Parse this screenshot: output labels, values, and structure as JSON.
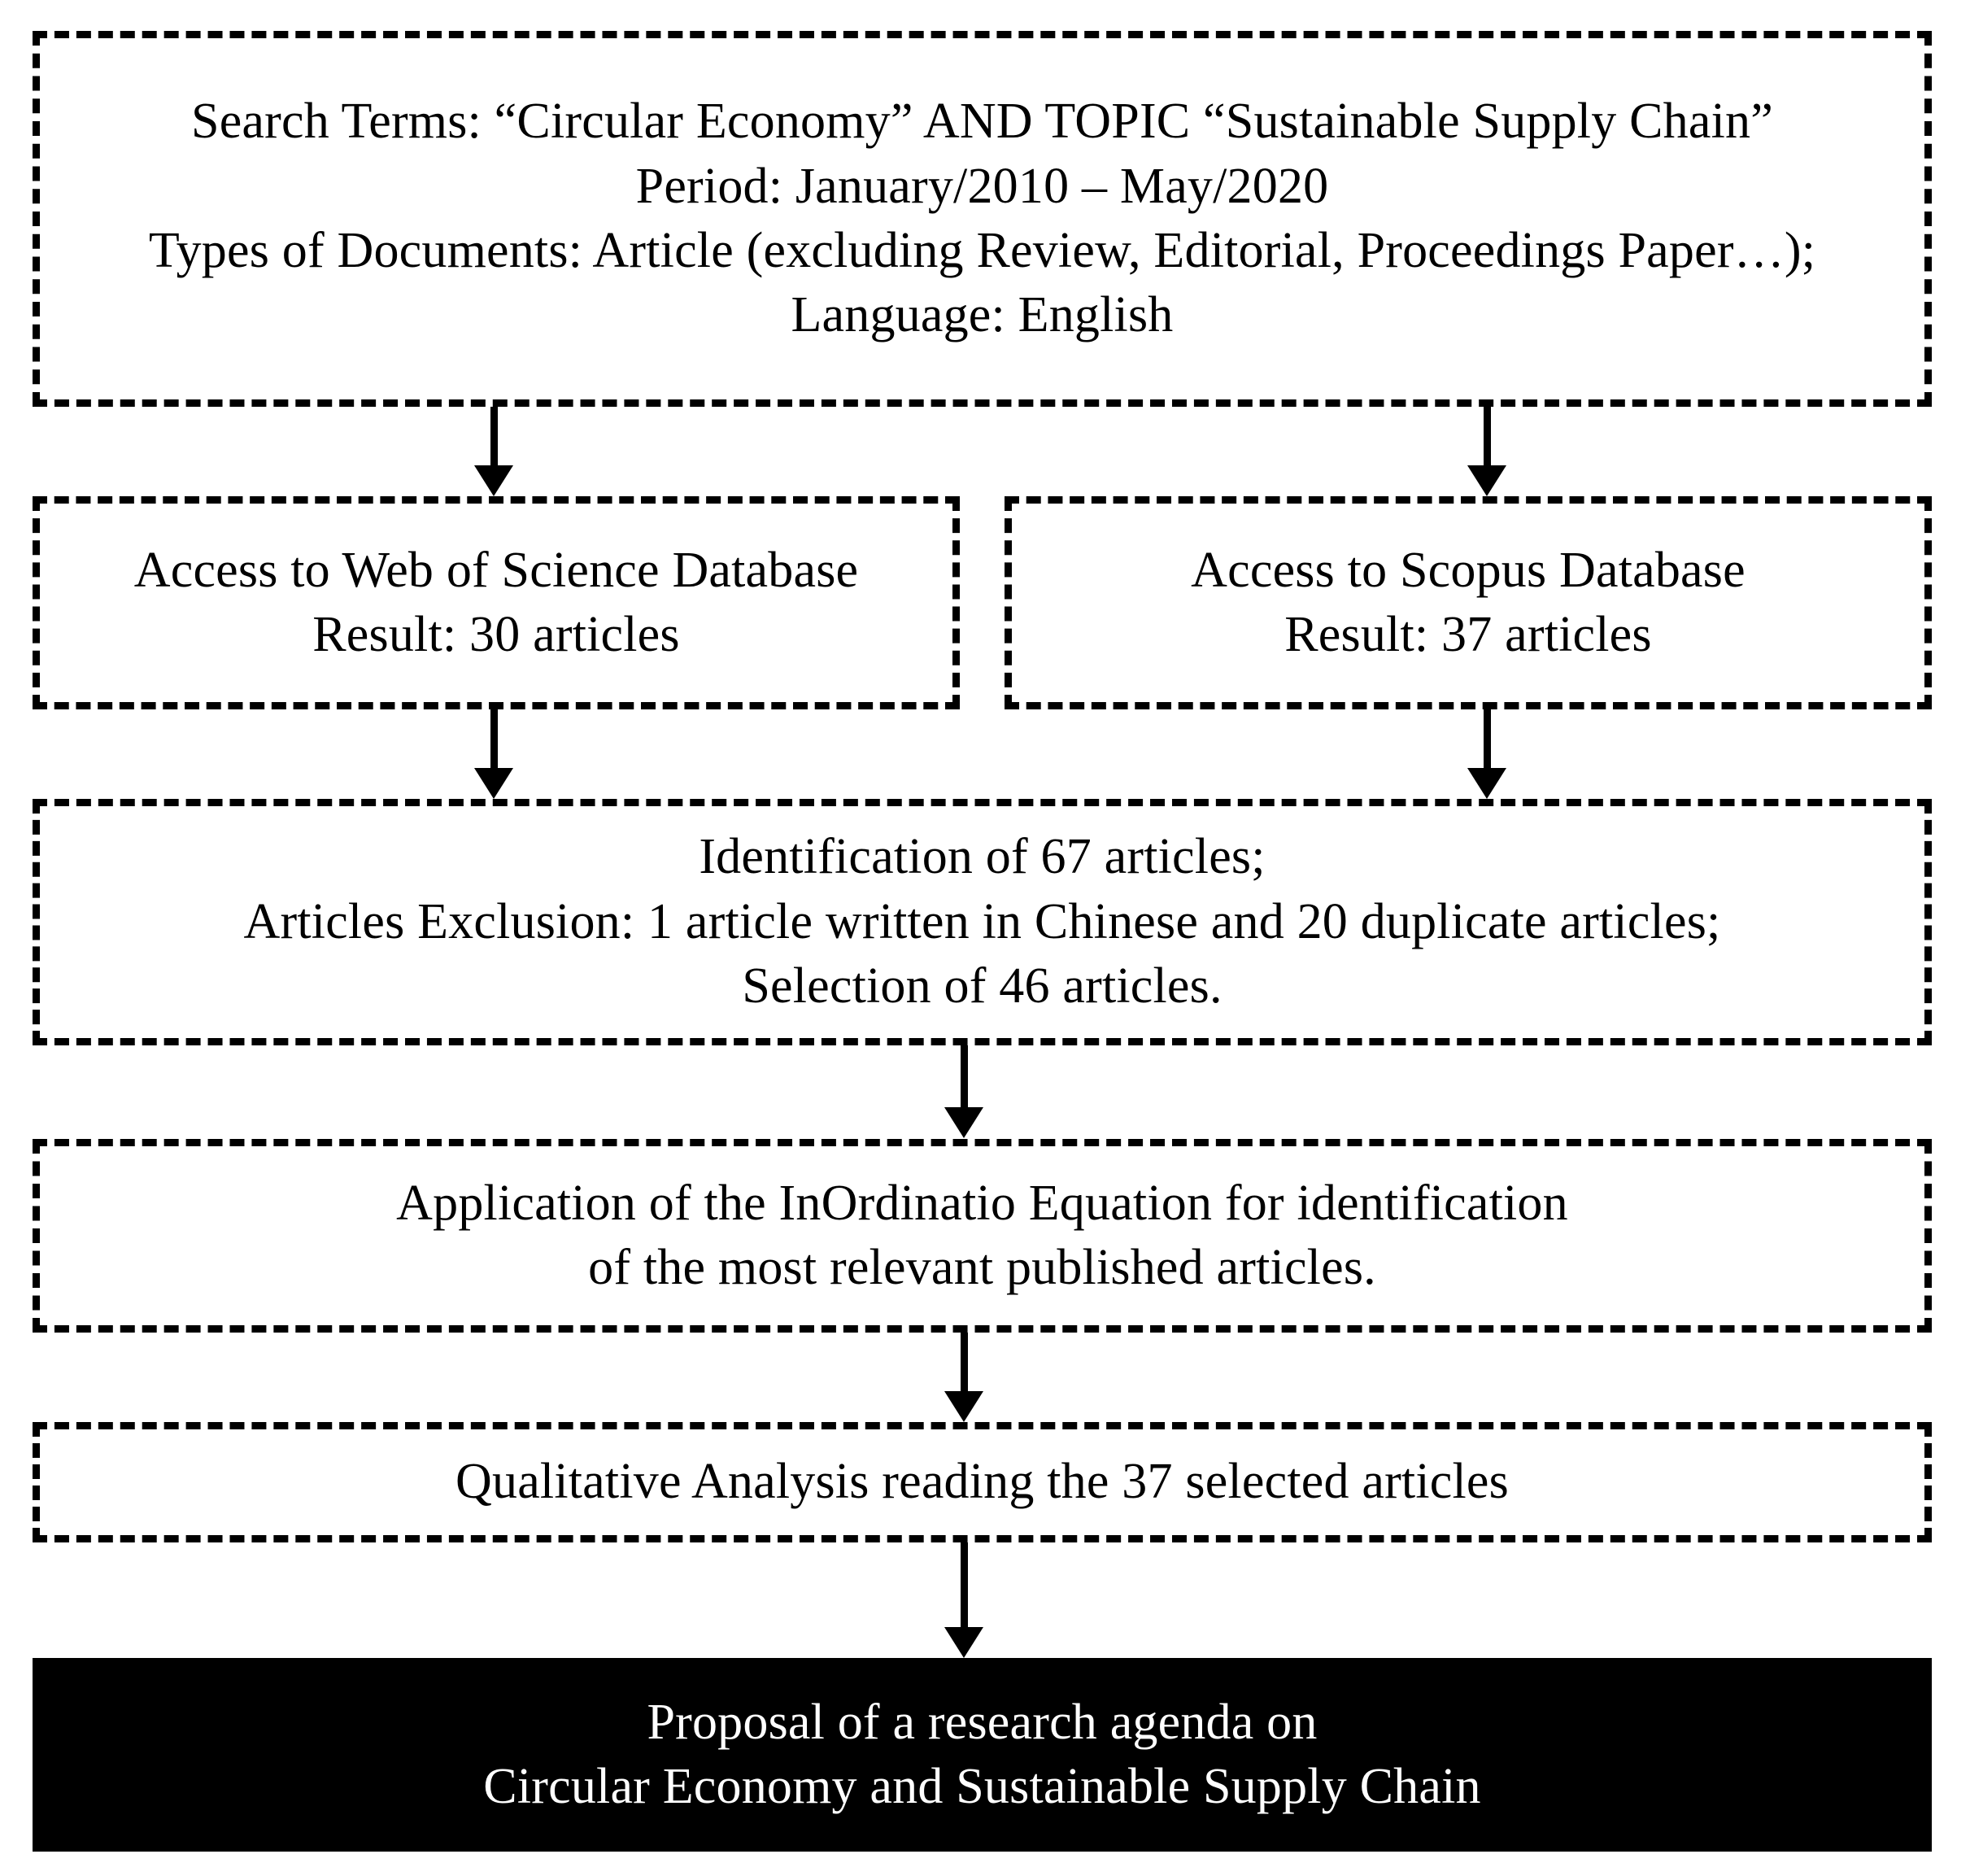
{
  "diagram": {
    "title": "Systematic literature review flowchart",
    "colors": {
      "line": "#000000",
      "background": "#ffffff",
      "highlight_fill": "#000000",
      "highlight_text": "#ffffff"
    },
    "nodes": [
      {
        "id": "search-criteria",
        "name": "search-criteria-box",
        "style": "dashed",
        "lines": [
          "Search Terms: “Circular Economy” AND TOPIC “Sustainable Supply Chain”",
          "Period: January/2010 – May/2020",
          "Types of Documents: Article (excluding Review, Editorial, Proceedings Paper…);",
          "Language: English"
        ]
      },
      {
        "id": "web-of-science",
        "name": "web-of-science-box",
        "style": "dashed",
        "lines": [
          "Access to Web of Science Database",
          "Result: 30 articles"
        ]
      },
      {
        "id": "scopus",
        "name": "scopus-box",
        "style": "dashed",
        "lines": [
          "Access to Scopus Database",
          "Result: 37 articles"
        ]
      },
      {
        "id": "identification",
        "name": "identification-box",
        "style": "dashed",
        "lines": [
          "Identification of 67 articles;",
          "Articles Exclusion: 1 article written in Chinese and 20 duplicate articles;",
          "Selection of 46 articles."
        ]
      },
      {
        "id": "inordinatio",
        "name": "inordinatio-equation-box",
        "style": "dashed",
        "lines": [
          "Application of the InOrdinatio Equation for identification",
          "of the most relevant published articles."
        ]
      },
      {
        "id": "qualitative-analysis",
        "name": "qualitative-analysis-box",
        "style": "dashed",
        "lines": [
          "Qualitative Analysis reading the 37 selected articles"
        ]
      },
      {
        "id": "research-agenda",
        "name": "research-agenda-box",
        "style": "solid-fill",
        "lines": [
          "Proposal of a research agenda on",
          "Circular Economy and Sustainable Supply Chain"
        ]
      }
    ],
    "connectors": [
      {
        "id": "criteria-to-wos",
        "name": "arrow-criteria-to-web-of-science",
        "glyph": "down-arrow-icon"
      },
      {
        "id": "criteria-to-scopus",
        "name": "arrow-criteria-to-scopus",
        "glyph": "down-arrow-icon"
      },
      {
        "id": "wos-to-ident",
        "name": "arrow-web-of-science-to-identification",
        "glyph": "down-arrow-icon"
      },
      {
        "id": "scopus-to-ident",
        "name": "arrow-scopus-to-identification",
        "glyph": "down-arrow-icon"
      },
      {
        "id": "ident-to-inord",
        "name": "arrow-identification-to-inordinatio",
        "glyph": "down-arrow-icon"
      },
      {
        "id": "inord-to-qual",
        "name": "arrow-inordinatio-to-qualitative",
        "glyph": "down-arrow-icon"
      },
      {
        "id": "qual-to-agenda",
        "name": "arrow-qualitative-to-research-agenda",
        "glyph": "down-arrow-icon"
      }
    ]
  }
}
